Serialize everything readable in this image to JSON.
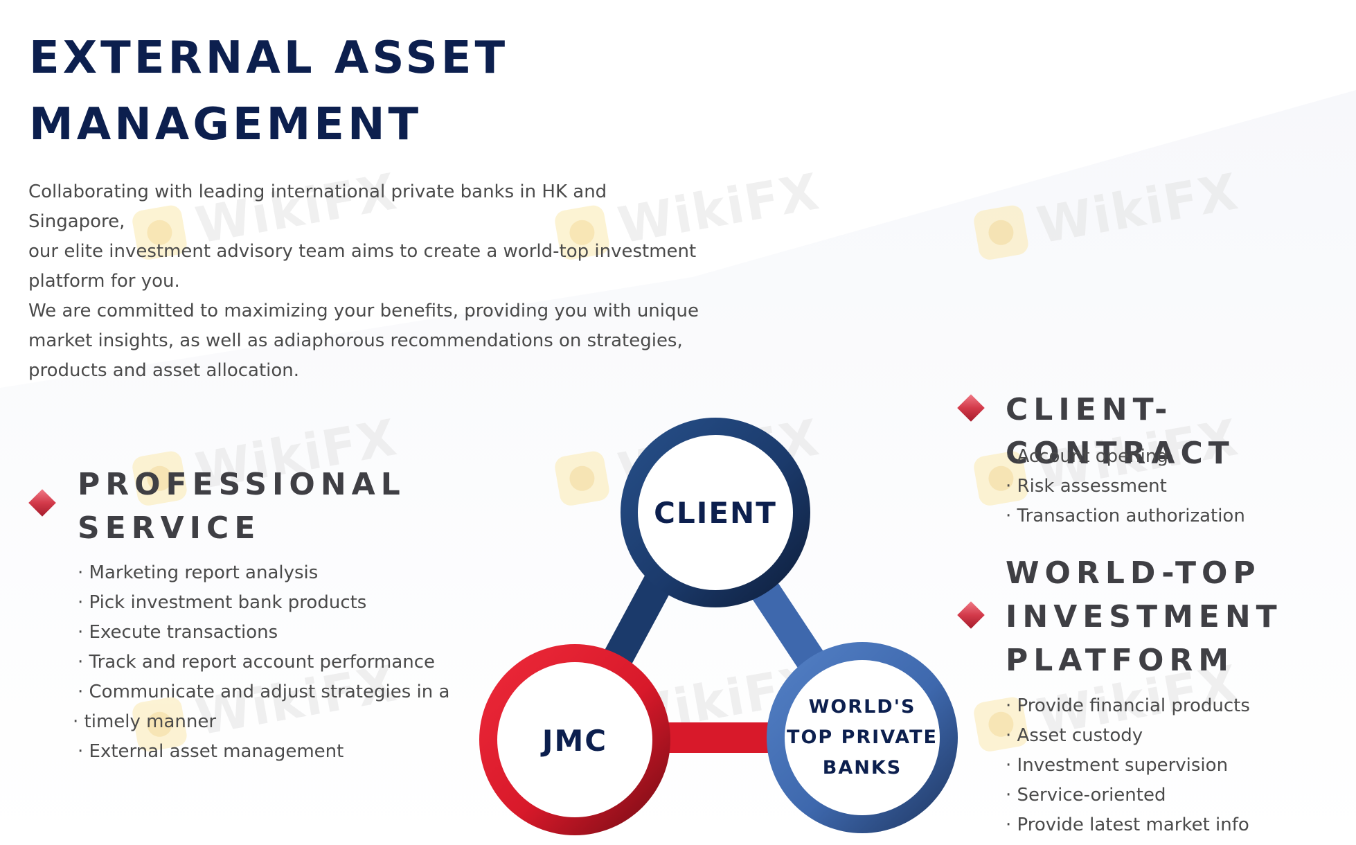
{
  "title_lines": [
    "EXTERNAL ASSET",
    "MANAGEMENT"
  ],
  "intro_lines": [
    "Collaborating with leading international private banks in HK and Singapore,",
    "our elite investment advisory team aims to create a world-top investment",
    "platform for you.",
    "We are committed to maximizing your benefits, providing you with unique",
    "market insights, as well as adiaphorous recommendations on strategies,",
    "products and asset allocation."
  ],
  "professional_service": {
    "heading_lines": [
      "PROFESSIONAL",
      "SERVICE"
    ],
    "items": [
      "Marketing report analysis",
      "Pick investment bank products",
      "Execute transactions",
      "Track and report account performance",
      "Communicate and adjust strategies in a",
      "timely manner",
      "External asset management"
    ]
  },
  "client_contract": {
    "heading": "CLIENT-CONTRACT",
    "items": [
      "Account opening",
      "Risk assessment",
      "Transaction authorization"
    ]
  },
  "world_top_platform": {
    "heading_lines": [
      "WORLD-TOP",
      "INVESTMENT",
      "PLATFORM"
    ],
    "items": [
      "Provide financial products",
      "Asset custody",
      "Investment supervision",
      "Service-oriented",
      "Provide latest market info"
    ]
  },
  "diagram": {
    "client_label": "CLIENT",
    "jmc_label": "JMC",
    "banks_label_lines": [
      "WORLD'S",
      "TOP PRIVATE",
      "BANKS"
    ],
    "colors": {
      "client": "#1b3a6b",
      "jmc": "#d8192a",
      "banks": "#3e68ad",
      "text": "#0c1f4e"
    }
  },
  "watermark": {
    "text": "WikiFX",
    "icon": "wikifx-logo-icon"
  },
  "icons": {
    "section_marker": "red-diamond-icon"
  }
}
